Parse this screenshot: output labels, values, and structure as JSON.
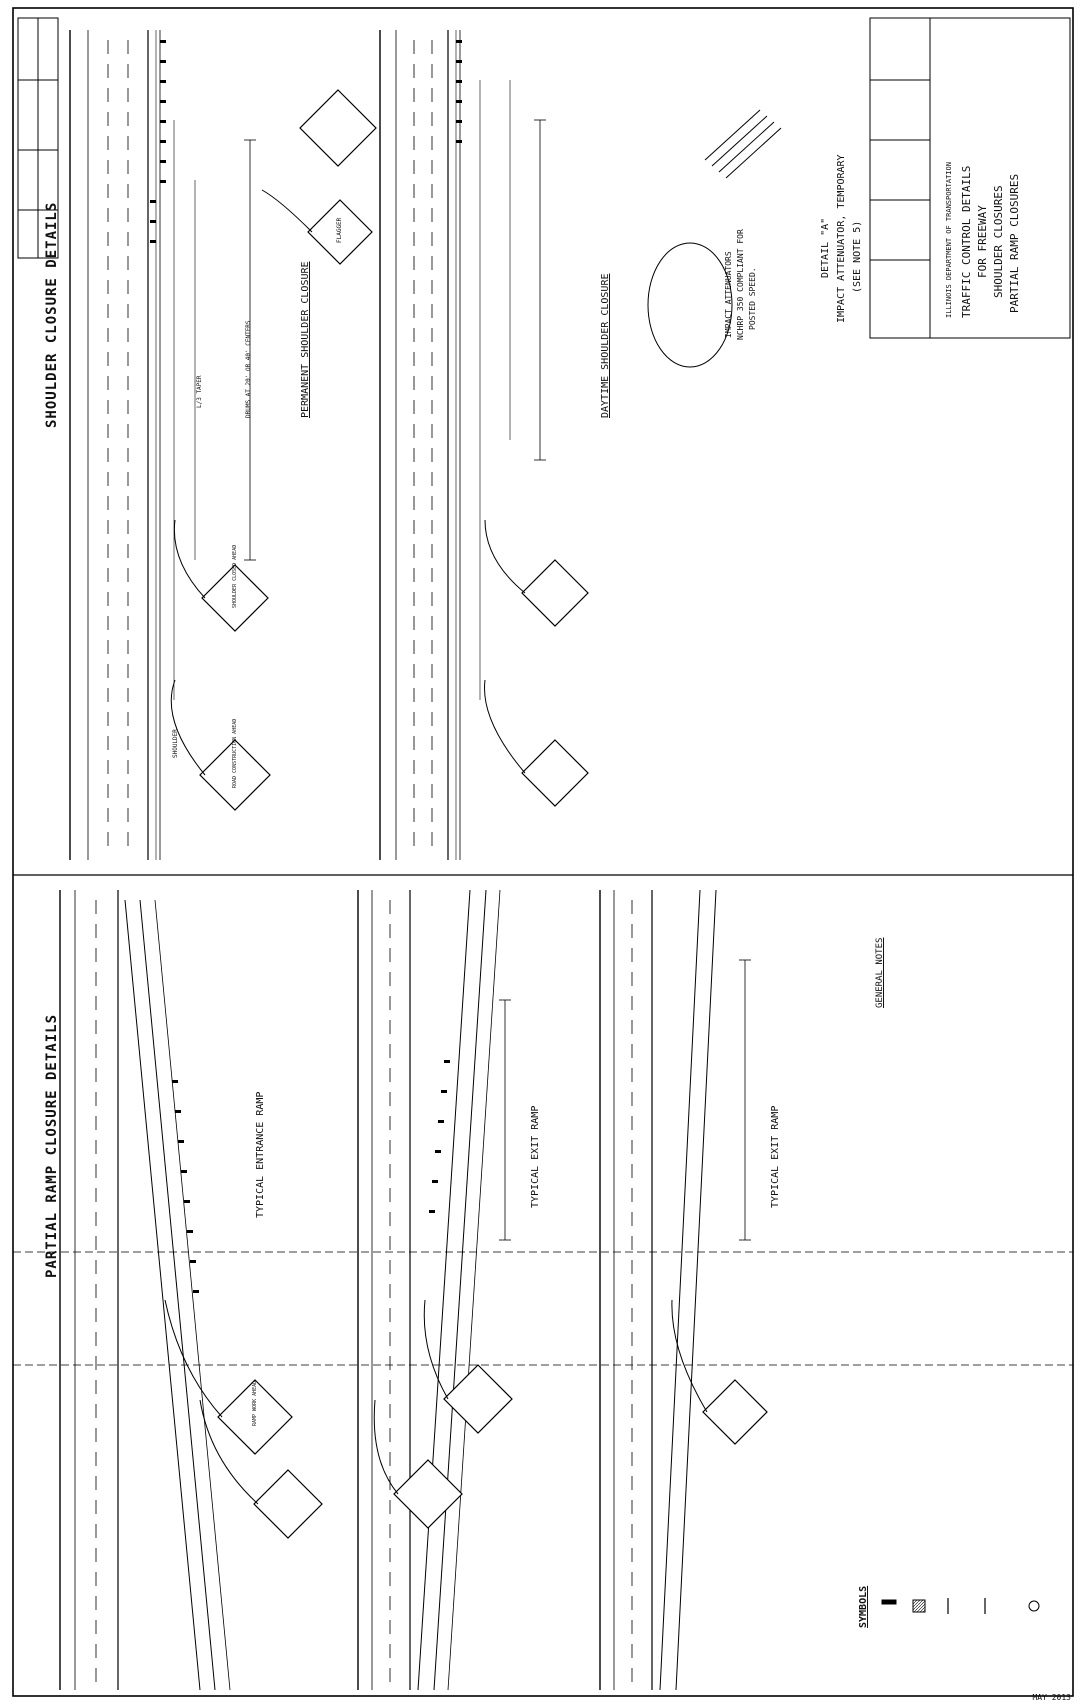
{
  "sheet": {
    "left_title": "PARTIAL RAMP CLOSURE DETAILS",
    "right_title": "SHOULDER CLOSURE DETAILS",
    "left_caption_1": "TYPICAL ENTRANCE RAMP",
    "left_caption_2": "TYPICAL EXIT RAMP",
    "left_caption_3": "TYPICAL EXIT RAMP",
    "right_caption_1": "PERMANENT SHOULDER CLOSURE",
    "right_caption_2": "DAYTIME SHOULDER CLOSURE",
    "symbols_heading": "SYMBOLS",
    "general_notes_heading": "GENERAL NOTES",
    "detail_title": "DETAIL \"A\"",
    "detail_sub_1": "IMPACT ATTENUATOR, TEMPORARY",
    "detail_sub_2": "(SEE NOTE 5)",
    "attenuator_note_1": "IMPACT ATTENUATORS",
    "attenuator_note_2": "NCHRP 350 COMPLIANT FOR",
    "attenuator_note_3": "POSTED SPEED.",
    "title_block_agency": "ILLINOIS DEPARTMENT OF TRANSPORTATION",
    "title_block_line_1": "TRAFFIC CONTROL DETAILS",
    "title_block_line_2": "FOR FREEWAY",
    "title_block_line_3": "SHOULDER CLOSURES",
    "title_block_line_4": "PARTIAL RAMP CLOSURES",
    "footer_text": "MAY 2013"
  },
  "signs": {
    "ramp_work_ahead": "RAMP WORK AHEAD",
    "road_construction_ahead": "ROAD CONSTRUCTION AHEAD",
    "shoulder_closed_ahead": "SHOULDER CLOSED AHEAD",
    "flagger": "FLAGGER"
  },
  "labels": {
    "shoulder": "SHOULDER",
    "taper": "L/3 TAPER",
    "spacing": "DRUMS AT 20' OR 40' CENTERS"
  }
}
